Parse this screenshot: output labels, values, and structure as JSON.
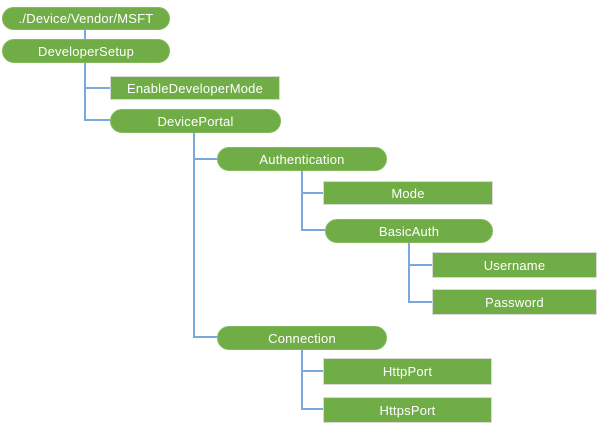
{
  "diagram": {
    "title": "CSP tree ./Device/Vendor/MSFT DeveloperSetup",
    "colors": {
      "node_fill": "#70AD47",
      "node_text": "#FFFFFF",
      "rect_border": "#D9D9D9",
      "connector": "#7AA7DC",
      "background": "#FFFFFF"
    },
    "nodes": [
      {
        "id": "root",
        "label": "./Device/Vendor/MSFT",
        "shape": "pill"
      },
      {
        "id": "developer-setup",
        "label": "DeveloperSetup",
        "shape": "pill"
      },
      {
        "id": "enable-developer-mode",
        "label": "EnableDeveloperMode",
        "shape": "rect"
      },
      {
        "id": "device-portal",
        "label": "DevicePortal",
        "shape": "pill"
      },
      {
        "id": "authentication",
        "label": "Authentication",
        "shape": "pill"
      },
      {
        "id": "mode",
        "label": "Mode",
        "shape": "rect"
      },
      {
        "id": "basic-auth",
        "label": "BasicAuth",
        "shape": "pill"
      },
      {
        "id": "username",
        "label": "Username",
        "shape": "rect"
      },
      {
        "id": "password",
        "label": "Password",
        "shape": "rect"
      },
      {
        "id": "connection",
        "label": "Connection",
        "shape": "pill"
      },
      {
        "id": "http-port",
        "label": "HttpPort",
        "shape": "rect"
      },
      {
        "id": "https-port",
        "label": "HttpsPort",
        "shape": "rect"
      }
    ],
    "edges": [
      {
        "from": "root",
        "to": "developer-setup"
      },
      {
        "from": "developer-setup",
        "to": "enable-developer-mode"
      },
      {
        "from": "developer-setup",
        "to": "device-portal"
      },
      {
        "from": "device-portal",
        "to": "authentication"
      },
      {
        "from": "device-portal",
        "to": "connection"
      },
      {
        "from": "authentication",
        "to": "mode"
      },
      {
        "from": "authentication",
        "to": "basic-auth"
      },
      {
        "from": "basic-auth",
        "to": "username"
      },
      {
        "from": "basic-auth",
        "to": "password"
      },
      {
        "from": "connection",
        "to": "http-port"
      },
      {
        "from": "connection",
        "to": "https-port"
      }
    ]
  }
}
